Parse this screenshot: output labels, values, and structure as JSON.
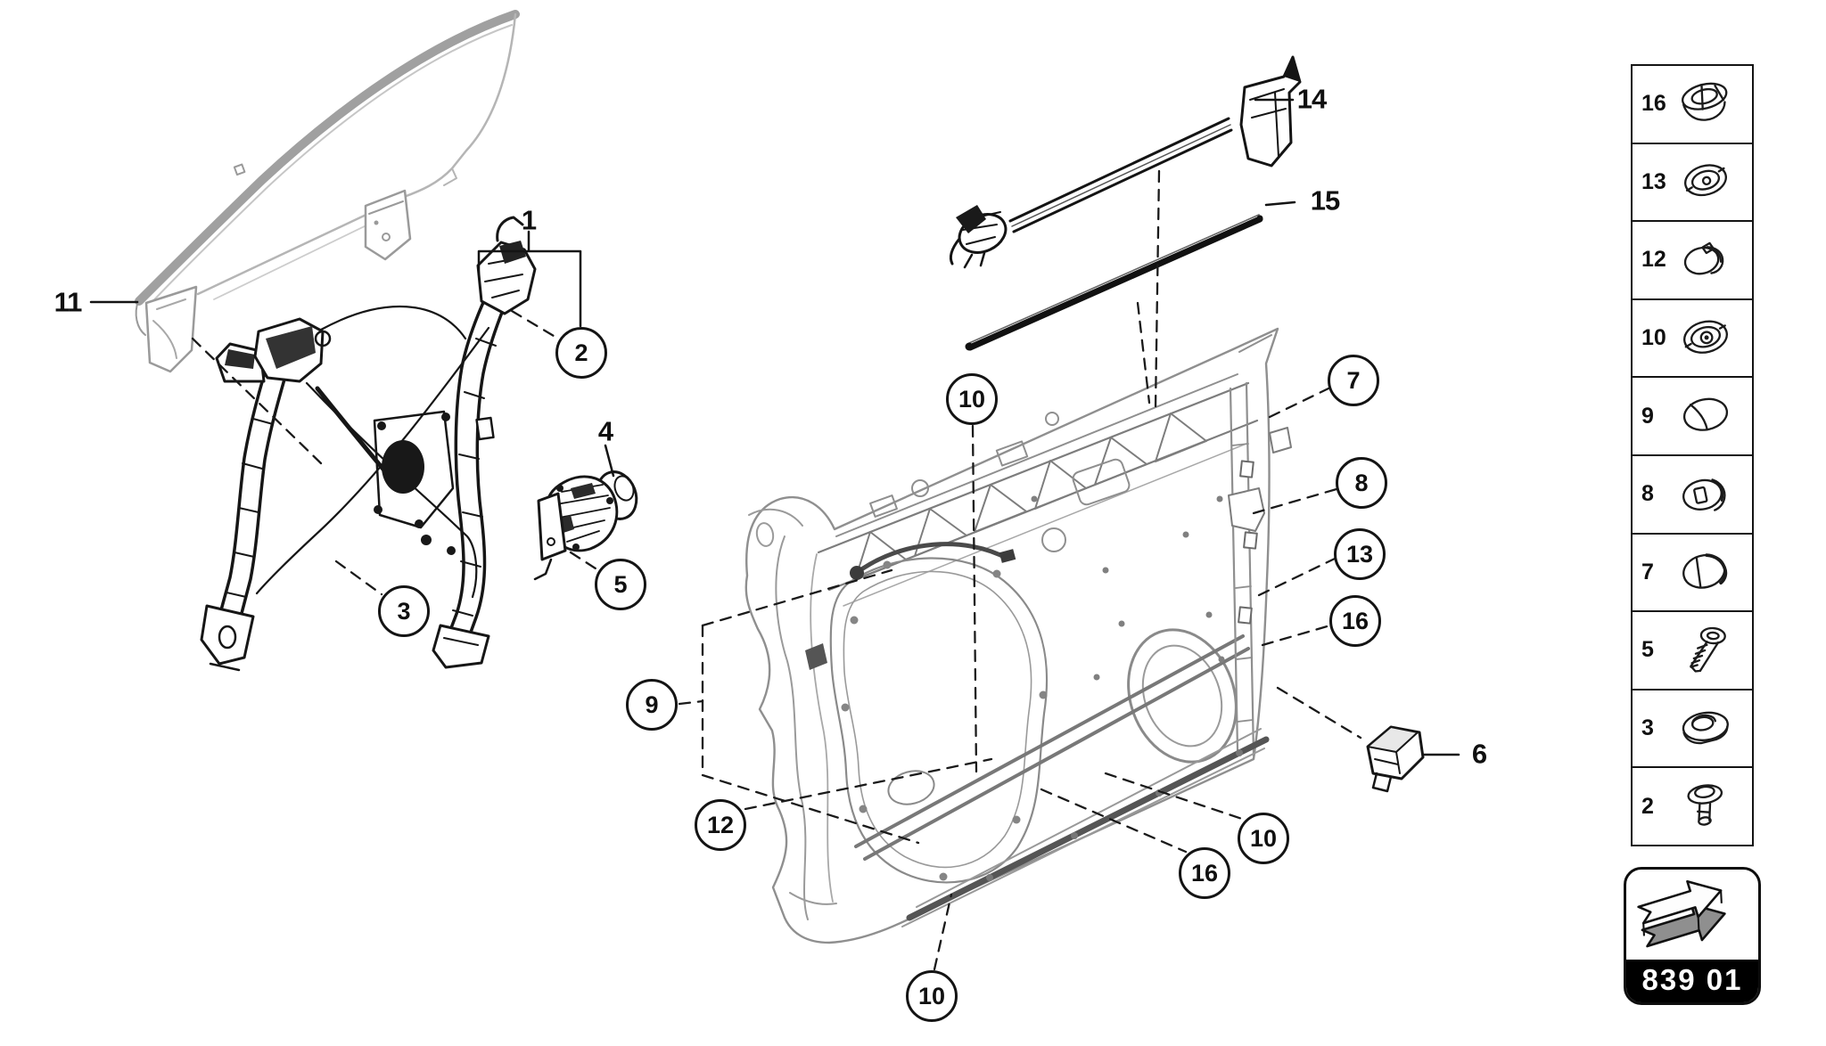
{
  "plain_labels": {
    "l1": {
      "text": "1"
    },
    "l4": {
      "text": "4"
    },
    "l6": {
      "text": "6"
    },
    "l11": {
      "text": "11"
    },
    "l14": {
      "text": "14"
    },
    "l15": {
      "text": "15"
    }
  },
  "circle_callouts": {
    "c2": {
      "text": "2"
    },
    "c3": {
      "text": "3"
    },
    "c5": {
      "text": "5"
    },
    "c7": {
      "text": "7"
    },
    "c8": {
      "text": "8"
    },
    "c9": {
      "text": "9"
    },
    "c10_top": {
      "text": "10"
    },
    "c10_right": {
      "text": "10"
    },
    "c10_bottom": {
      "text": "10"
    },
    "c12": {
      "text": "12"
    },
    "c13": {
      "text": "13"
    },
    "c16_right": {
      "text": "16"
    },
    "c16_bottom": {
      "text": "16"
    }
  },
  "legend": {
    "rows": [
      {
        "number": "16",
        "icon": "flanged-grommet-icon"
      },
      {
        "number": "13",
        "icon": "cover-plug-icon"
      },
      {
        "number": "12",
        "icon": "oval-plug-icon"
      },
      {
        "number": "10",
        "icon": "grommet-icon"
      },
      {
        "number": "9",
        "icon": "oval-cap-icon"
      },
      {
        "number": "8",
        "icon": "slotted-plug-icon"
      },
      {
        "number": "7",
        "icon": "dome-cap-icon"
      },
      {
        "number": "5",
        "icon": "screw-icon"
      },
      {
        "number": "3",
        "icon": "flanged-nut-icon"
      },
      {
        "number": "2",
        "icon": "push-rivet-icon"
      }
    ]
  },
  "footer": {
    "section_code": "839 01"
  },
  "colors": {
    "background": "#ffffff",
    "line_black": "#141414",
    "door_line_gray": "#8f8f8f",
    "glass_line_gray": "#b3b3b3",
    "footer_bar_bg": "#000000",
    "footer_bar_text": "#ffffff"
  }
}
